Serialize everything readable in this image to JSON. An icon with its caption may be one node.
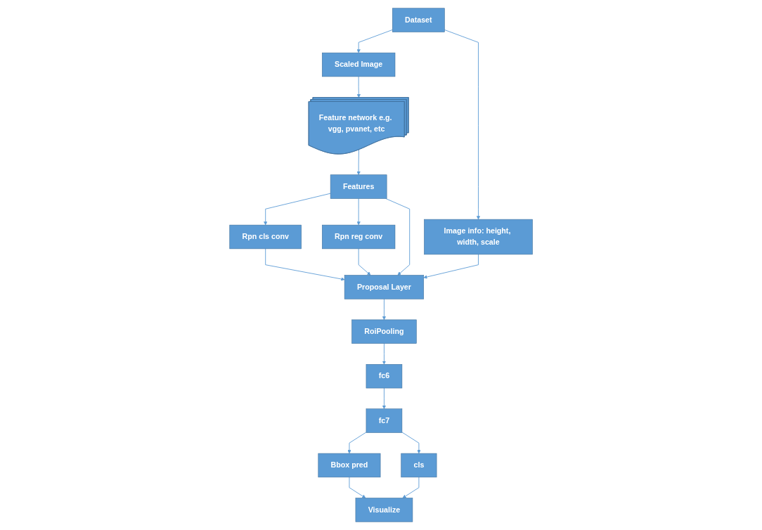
{
  "diagram": {
    "nodes": [
      {
        "text": [
          "Dataset"
        ]
      },
      {
        "text": [
          "Scaled Image"
        ]
      },
      {
        "text": [
          "Feature network e.g. vgg, pvanet, etc"
        ]
      },
      {
        "text": [
          "Image info: height, width, scale"
        ]
      },
      {
        "text": [
          "Features"
        ]
      },
      {
        "text": [
          "Rpn cls conv"
        ]
      },
      {
        "text": [
          "Rpn reg conv"
        ]
      },
      {
        "text": [
          "Proposal Layer"
        ]
      },
      {
        "text": [
          "RoiPooling"
        ]
      },
      {
        "text": [
          "fc6"
        ]
      },
      {
        "text": [
          "fc7"
        ]
      },
      {
        "text": [
          "Bbox pred"
        ]
      },
      {
        "text": [
          "cls"
        ]
      },
      {
        "text": [
          "Visualize"
        ]
      }
    ],
    "edges": [
      {
        "from": 0,
        "to": 1,
        "arrow": "to"
      },
      {
        "from": 0,
        "to": 3,
        "arrow": "to"
      },
      {
        "from": 1,
        "to": 2,
        "arrow": "to"
      },
      {
        "from": 2,
        "to": 4,
        "arrow": "to"
      },
      {
        "from": 4,
        "to": 5,
        "arrow": "to"
      },
      {
        "from": 4,
        "to": 6,
        "arrow": "to"
      },
      {
        "from": 4,
        "to": 7,
        "arrow": "to"
      },
      {
        "from": 3,
        "to": 7,
        "arrow": "to"
      },
      {
        "from": 5,
        "to": 7,
        "arrow": "to"
      },
      {
        "from": 6,
        "to": 7,
        "arrow": "to"
      },
      {
        "from": 7,
        "to": 8,
        "arrow": "to"
      },
      {
        "from": 8,
        "to": 9,
        "arrow": "to"
      },
      {
        "from": 9,
        "to": 10,
        "arrow": "to"
      },
      {
        "from": 10,
        "to": 11,
        "arrow": "to"
      },
      {
        "from": 10,
        "to": 12,
        "arrow": "to"
      },
      {
        "from": 11,
        "to": 13,
        "arrow": "to"
      },
      {
        "from": 12,
        "to": 13,
        "arrow": "to"
      }
    ]
  }
}
